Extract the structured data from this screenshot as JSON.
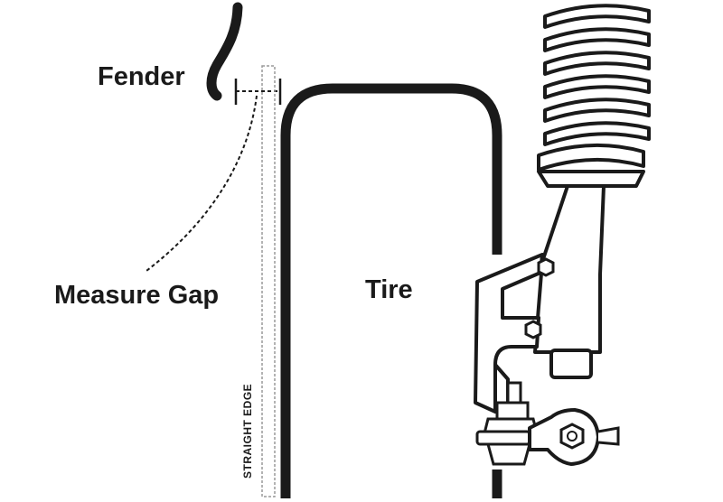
{
  "labels": {
    "fender": "Fender",
    "measure_gap": "Measure Gap",
    "tire": "Tire",
    "straight_edge": "STRAIGHT EDGE"
  },
  "colors": {
    "ink": "#1a1a1a",
    "background": "#ffffff",
    "straight_edge_outline": "#9a9a9a"
  }
}
